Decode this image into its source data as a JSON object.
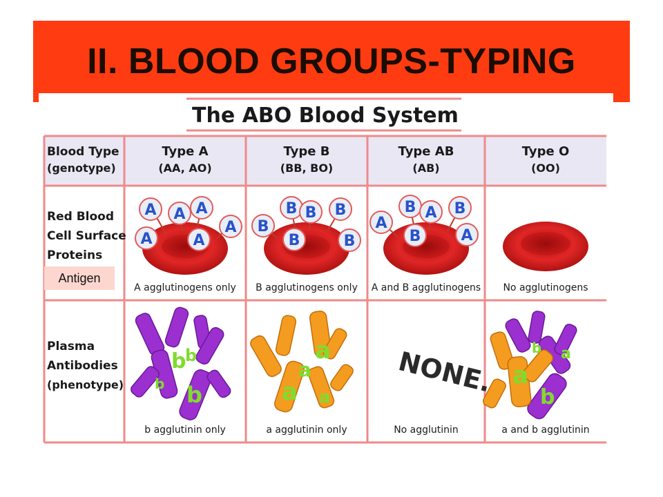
{
  "slide_title": "II.  BLOOD GROUPS-TYPING",
  "diagram_title": "The ABO Blood System",
  "row_headers": {
    "blood_type": {
      "line1": "Blood Type",
      "line2": "(genotype)"
    },
    "surface_proteins": {
      "line1": "Red Blood",
      "line2": "Cell Surface",
      "line3": "Proteins"
    },
    "plasma_antibodies": {
      "line1": "Plasma",
      "line2": "Antibodies",
      "line3": "(phenotype)"
    }
  },
  "columns": [
    {
      "type": "Type A",
      "genotype": "(AA, AO)",
      "antigen_caption": "A agglutinogens only",
      "antibody_caption": "b agglutinin only"
    },
    {
      "type": "Type B",
      "genotype": "(BB, BO)",
      "antigen_caption": "B agglutinogens only",
      "antibody_caption": "a agglutinin only"
    },
    {
      "type": "Type AB",
      "genotype": "(AB)",
      "antigen_caption": "A and B agglutinogens",
      "antibody_caption": "No agglutinin"
    },
    {
      "type": "Type O",
      "genotype": "(OO)",
      "antigen_caption": "No agglutinogens",
      "antibody_caption": "a and b agglutinin"
    }
  ],
  "antigen_letters": {
    "a": "A",
    "b": "B"
  },
  "antibody_letters": {
    "a": "a",
    "b": "b"
  },
  "none_text": "NONE.",
  "antigen_label": "Antigen",
  "colors": {
    "banner": "#ff3b12",
    "grid_line": "#ef8a8a",
    "header_band": "#e9e7f4",
    "rbc": "#d81f1f",
    "antigen_bubble": "#e8eef7",
    "antigen_letter": "#2a52c9",
    "antibody_b": "#9b2fd0",
    "antibody_a": "#f39c1f",
    "antibody_letter": "#7fdc2e",
    "antigen_label_bg": "#fdd7cf"
  }
}
